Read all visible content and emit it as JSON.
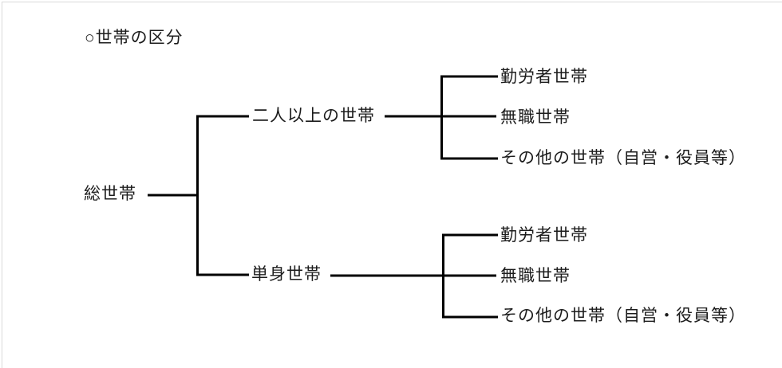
{
  "page": {
    "title": "○世帯の区分"
  },
  "tree": {
    "root": {
      "label": "総世帯"
    },
    "branches": [
      {
        "label": "二人以上の世帯",
        "children": [
          {
            "label": "勤労者世帯"
          },
          {
            "label": "無職世帯"
          },
          {
            "label": "その他の世帯（自営・役員等）"
          }
        ]
      },
      {
        "label": "単身世帯",
        "children": [
          {
            "label": "勤労者世帯"
          },
          {
            "label": "無職世帯"
          },
          {
            "label": "その他の世帯（自営・役員等）"
          }
        ]
      }
    ]
  },
  "colors": {
    "line": "#000000",
    "text": "#1c1c1c",
    "background": "#ffffff",
    "frame_edge": "#d9d9d9"
  }
}
